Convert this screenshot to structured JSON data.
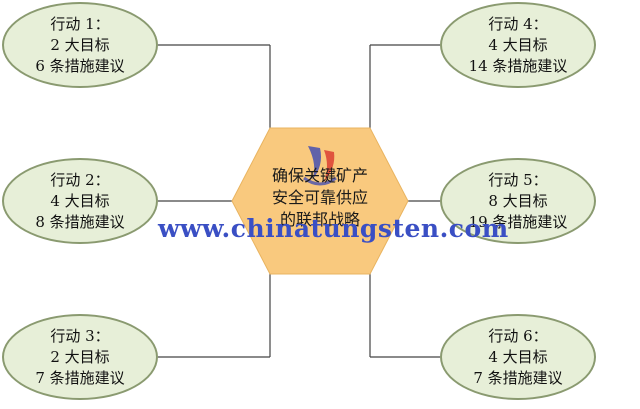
{
  "center": {
    "lines": [
      "确保关键矿产",
      "安全可靠供应",
      "的联邦战略"
    ]
  },
  "actions": [
    {
      "title": "行动 1：",
      "goals": "2 大目标",
      "measures": "6 条措施建议"
    },
    {
      "title": "行动 2：",
      "goals": "4 大目标",
      "measures": "8 条措施建议"
    },
    {
      "title": "行动 3：",
      "goals": "2 大目标",
      "measures": "7 条措施建议"
    },
    {
      "title": "行动 4：",
      "goals": "4 大目标",
      "measures": "14 条措施建议"
    },
    {
      "title": "行动 5：",
      "goals": "8 大目标",
      "measures": "19 条措施建议"
    },
    {
      "title": "行动 6：",
      "goals": "4 大目标",
      "measures": "7 条措施建议"
    }
  ],
  "watermark": "www.chinatungsten.com",
  "colors": {
    "node_fill": "#e7efd8",
    "node_border": "#8a9a70",
    "hexagon_fill": "#f9c97e",
    "connector": "#444444",
    "watermark": "#3a4fc4"
  }
}
